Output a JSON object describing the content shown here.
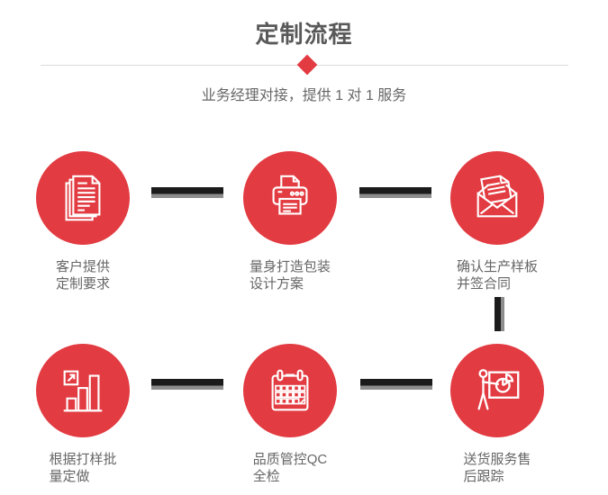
{
  "header": {
    "title": "定制流程",
    "subtitle": "业务经理对接，提供 1 对 1 服务"
  },
  "colors": {
    "accent_red": "#e23b41",
    "title_text": "#595959",
    "body_text": "#666666",
    "divider_line": "#dcdcdc",
    "connector_dark": "#1b1b1b",
    "connector_gray": "#8d8d8d",
    "icon_stroke": "#ffffff"
  },
  "steps": [
    {
      "icon": "documents-icon",
      "label_line1": "客户提供",
      "label_line2": "定制要求"
    },
    {
      "icon": "printer-icon",
      "label_line1": "量身打造包装",
      "label_line2": "设计方案"
    },
    {
      "icon": "envelope-icon",
      "label_line1": "确认生产样板",
      "label_line2": "并签合同"
    },
    {
      "icon": "bar-chart-icon",
      "label_line1": "根据打样批",
      "label_line2": "量定做"
    },
    {
      "icon": "calendar-icon",
      "label_line1": "品质管控QC",
      "label_line2": "全检"
    },
    {
      "icon": "presentation-icon",
      "label_line1": "送货服务售",
      "label_line2": "后跟踪"
    }
  ]
}
